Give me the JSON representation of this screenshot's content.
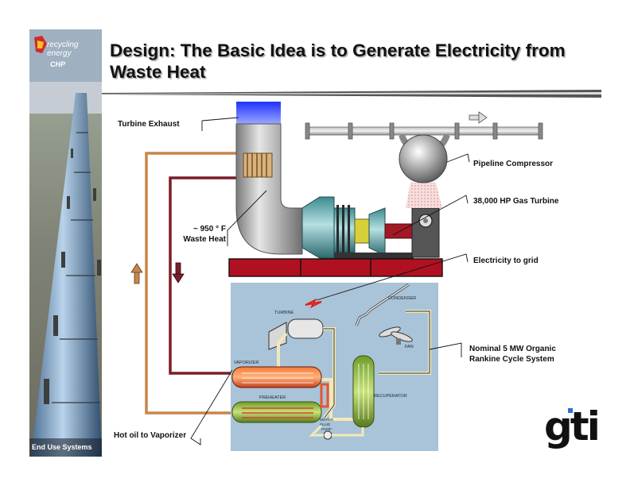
{
  "title": "Design: The Basic Idea is to Generate Electricity from Waste Heat",
  "sidebar": {
    "logo_text_line1": "recycling",
    "logo_text_line2": "energy",
    "logo_text_line3": "CHP",
    "footer": "End Use Systems"
  },
  "callouts": {
    "turbine_exhaust": "Turbine Exhaust",
    "pipeline_compressor": "Pipeline Compressor",
    "gas_turbine": "38,000 HP Gas Turbine",
    "waste_heat_line1": "~ 950 ° F",
    "waste_heat_line2": "Waste Heat",
    "electricity": "Electricity to grid",
    "orc_line1": "Nominal 5 MW Organic",
    "orc_line2": "Rankine Cycle System",
    "hot_oil": "Hot oil to Vaporizer"
  },
  "orc_labels": {
    "turbine": "TURBINE",
    "condenser": "CONDENSER",
    "fan": "FAN",
    "vaporizer": "VAPORIZER",
    "preheater": "PREHEATER",
    "recuperator": "RECUPERATOR",
    "motive_pump_1": "MOTIVE",
    "motive_pump_2": "FLUID",
    "motive_pump_3": "PUMP"
  },
  "brand": "gti",
  "colors": {
    "hot_oil_pipe": "#c8864a",
    "return_pipe": "#7a1e2a",
    "skid": "#b01020",
    "exhaust_blue": "#3344ee",
    "orc_background": "#a9c3d8",
    "vaporizer_orange": "#e8552a",
    "heat_exchanger_green": "#8fbf3a"
  }
}
